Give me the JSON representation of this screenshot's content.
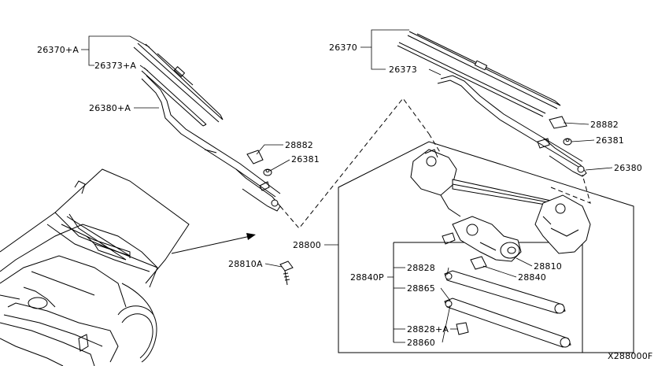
{
  "diagram_code": "X288000F",
  "labels": {
    "l26370a": "26370+A",
    "l26373a": "26373+A",
    "l26380a": "26380+A",
    "l28882a": "28882",
    "l26381a": "26381",
    "l26370": "26370",
    "l26373": "26373",
    "l28882b": "28882",
    "l26381b": "26381",
    "l26380": "26380",
    "l28800": "28800",
    "l28810a": "28810A",
    "l28810": "28810",
    "l28840": "28840",
    "l28840p": "28840P",
    "l28828": "28828",
    "l28865": "28865",
    "l28828a": "28828+A",
    "l28860": "28860"
  }
}
